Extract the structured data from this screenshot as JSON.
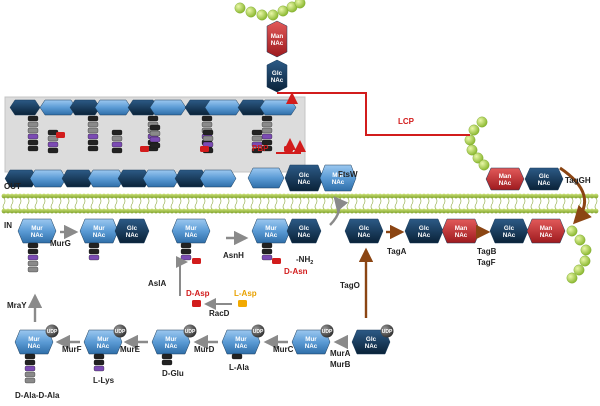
{
  "labels": {
    "out": "OUT",
    "in": "IN",
    "mur": "Mur",
    "nac": "NAc",
    "glc": "Glc",
    "man": "Man",
    "udp": "UDP",
    "lcp": "LCP",
    "pbp": "PBP",
    "ftsw": "FtsW",
    "tagGH": "TagGH",
    "murG": "MurG",
    "tagA": "TagA",
    "tagB": "TagB",
    "tagF": "TagF",
    "tagO": "TagO",
    "asnH": "AsnH",
    "aslA": "AslA",
    "racD": "RacD",
    "mraY": "MraY",
    "murF": "MurF",
    "murE": "MurE",
    "murD": "MurD",
    "murC": "MurC",
    "murA": "MurA",
    "murB": "MurB",
    "dAsp": "D-Asp",
    "lAsp": "L-Asp",
    "nh2": "-NH",
    "nh2sub": "2",
    "dAsn": "D-Asn",
    "dAlaDAla": "D-Ala-D-Ala",
    "lLys": "L-Lys",
    "dGlu": "D-Glu",
    "lAla": "L-Ala"
  },
  "colors": {
    "membrane": "#a8c84a",
    "mur": "#5b9bd5",
    "glc": "#0e2f4f",
    "man": "#c0272d",
    "arrowGray": "#8a8a8a",
    "arrowBrown": "#8b4513",
    "red": "#d21c1c"
  }
}
